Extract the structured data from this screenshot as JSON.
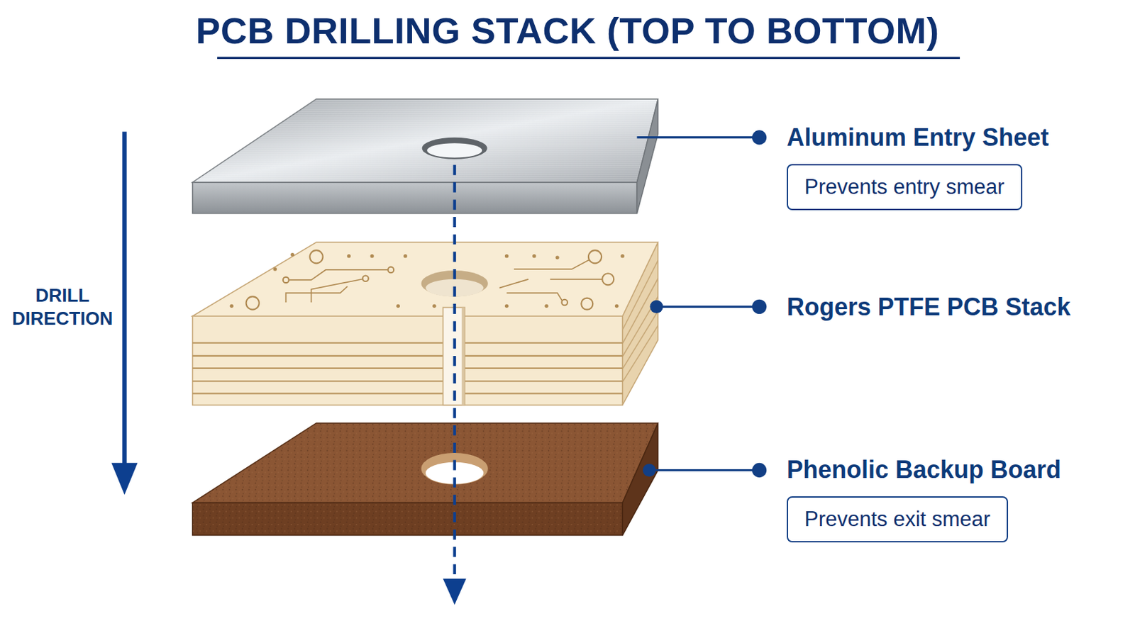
{
  "diagram": {
    "title": "PCB DRILLING STACK (TOP TO BOTTOM)",
    "nodes": [
      {
        "text": [
          "Aluminum Entry Sheet",
          "Prevents entry smear"
        ]
      },
      {
        "text": [
          "Phenolic Backup Board",
          "Prevents exit smear"
        ]
      }
    ],
    "labels": [
      "DRILL DIRECTION",
      "Rogers PTFE PCB Stack"
    ]
  }
}
